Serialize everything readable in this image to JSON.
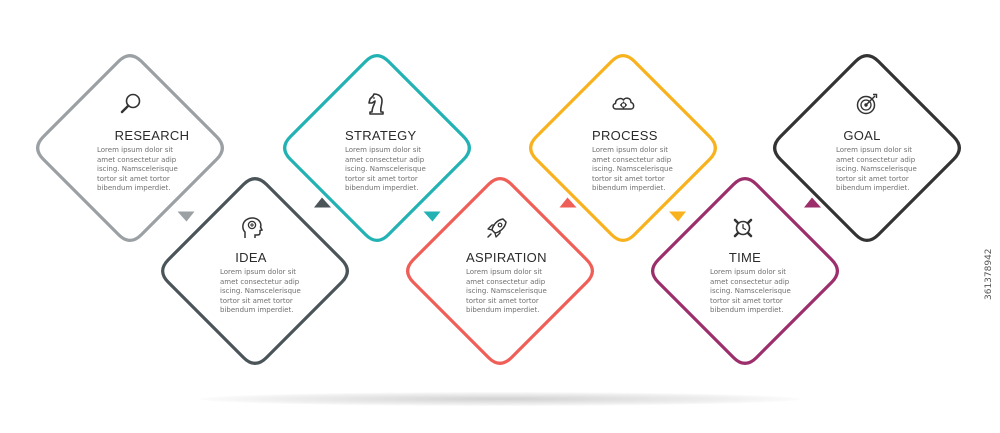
{
  "colors": {
    "research": "#9aa0a3",
    "idea": "#4a5459",
    "strategy": "#22b2b4",
    "aspiration": "#ef5f58",
    "process": "#f7b21e",
    "time": "#9b2e6b",
    "goal": "#333333"
  },
  "steps": [
    {
      "key": "research",
      "title": "RESEARCH",
      "icon": "magnifier-icon",
      "body": "Lorem ipsum dolor sit\namet consectetur adip\niscing. Namscelerisque\ntortor sit amet tortor\nbibendum imperdiet."
    },
    {
      "key": "idea",
      "title": "IDEA",
      "icon": "head-brain-icon",
      "body": "Lorem ipsum dolor sit\namet consectetur adip\niscing. Namscelerisque\ntortor sit amet tortor\nbibendum imperdiet."
    },
    {
      "key": "strategy",
      "title": "STRATEGY",
      "icon": "chess-knight-icon",
      "body": "Lorem ipsum dolor sit\namet consectetur adip\niscing. Namscelerisque\ntortor sit amet tortor\nbibendum imperdiet."
    },
    {
      "key": "aspiration",
      "title": "ASPIRATION",
      "icon": "rocket-icon",
      "body": "Lorem ipsum dolor sit\namet consectetur adip\niscing. Namscelerisque\ntortor sit amet tortor\nbibendum imperdiet."
    },
    {
      "key": "process",
      "title": "PROCESS",
      "icon": "cloud-gear-icon",
      "body": "Lorem ipsum dolor sit\namet consectetur adip\niscing. Namscelerisque\ntortor sit amet tortor\nbibendum imperdiet."
    },
    {
      "key": "time",
      "title": "TIME",
      "icon": "wristwatch-icon",
      "body": "Lorem ipsum dolor sit\namet consectetur adip\niscing. Namscelerisque\ntortor sit amet tortor\nbibendum imperdiet."
    },
    {
      "key": "goal",
      "title": "GOAL",
      "icon": "target-arrow-icon",
      "body": "Lorem ipsum dolor sit\namet consectetur adip\niscing. Namscelerisque\ntortor sit amet tortor\nbibendum imperdiet."
    }
  ],
  "stock_id": "361378942"
}
